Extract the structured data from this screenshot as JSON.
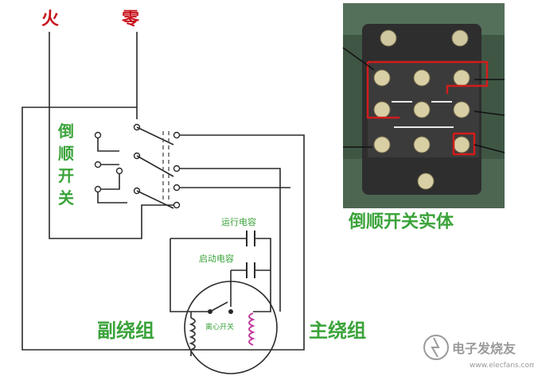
{
  "labels": {
    "live": "火",
    "neutral": "零",
    "switch_vertical": [
      "倒",
      "顺",
      "开",
      "关"
    ],
    "run_capacitor": "运行电容",
    "start_capacitor": "启动电容",
    "centrifugal_switch": "离心开关",
    "aux_winding": "副绕组",
    "main_winding": "主绕组",
    "photo_caption": "倒顺开关实体"
  },
  "watermark": {
    "brand": "电子发烧友",
    "url": "www.elecfans.com"
  },
  "colors": {
    "wire": "#2a2a2a",
    "label_red": "#c8101a",
    "label_green": "#3aa33a",
    "winding": "#c0379a",
    "highlight": "#d21c1c",
    "link_dashed": "#555555"
  },
  "icons": [
    "centrifugal-switch-icon",
    "capacitor-icon",
    "coil-icon",
    "toggle-switch-icon",
    "bolt-icon"
  ]
}
